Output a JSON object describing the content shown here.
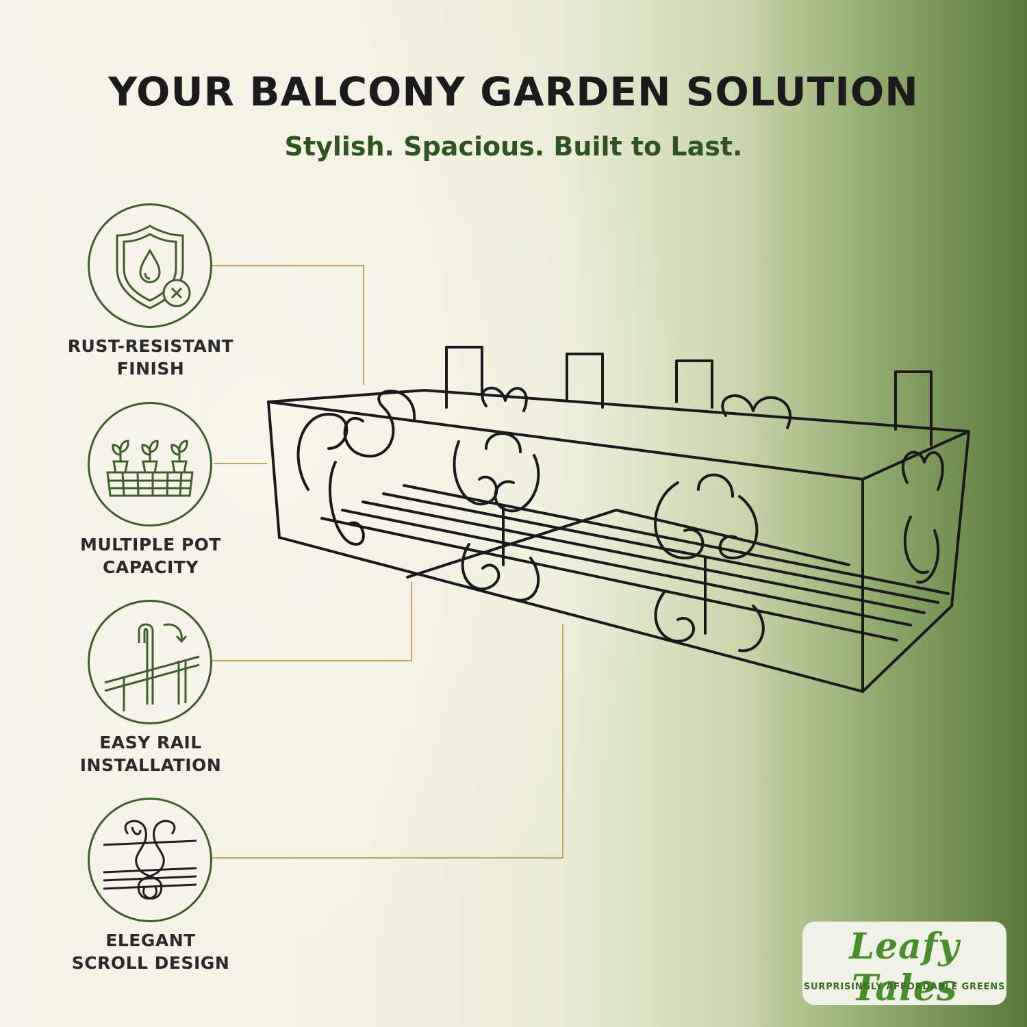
{
  "header": {
    "title": "YOUR BALCONY GARDEN SOLUTION",
    "subtitle": "Stylish. Spacious. Built to Last."
  },
  "features": [
    {
      "line1": "RUST-RESISTANT",
      "line2": "FINISH",
      "icon": "rust-resistant-shield-icon"
    },
    {
      "line1": "MULTIPLE POT",
      "line2": "CAPACITY",
      "icon": "plant-pots-basket-icon"
    },
    {
      "line1": "EASY RAIL",
      "line2": "INSTALLATION",
      "icon": "rail-hook-icon"
    },
    {
      "line1": "ELEGANT",
      "line2": "SCROLL DESIGN",
      "icon": "scroll-pattern-icon"
    }
  ],
  "brand": {
    "name": "Leafy Tales",
    "tagline": "SURPRISINGLY AFFORDABLE GREENS"
  },
  "colors": {
    "accent_green": "#3c5f2b",
    "leader_gold": "#c3a35f",
    "brand_green": "#4a8d2c"
  }
}
